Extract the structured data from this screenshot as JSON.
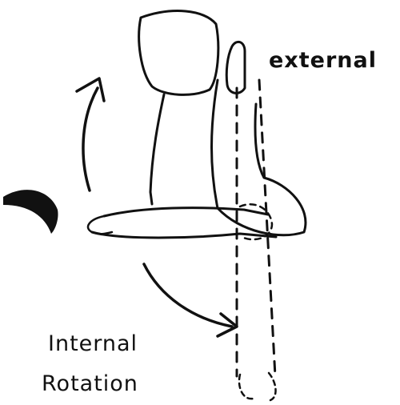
{
  "labels": {
    "external": "external",
    "internal": "Internal",
    "rotation": "Rotation"
  },
  "colors": {
    "ink": "#111111",
    "background": "#ffffff"
  }
}
